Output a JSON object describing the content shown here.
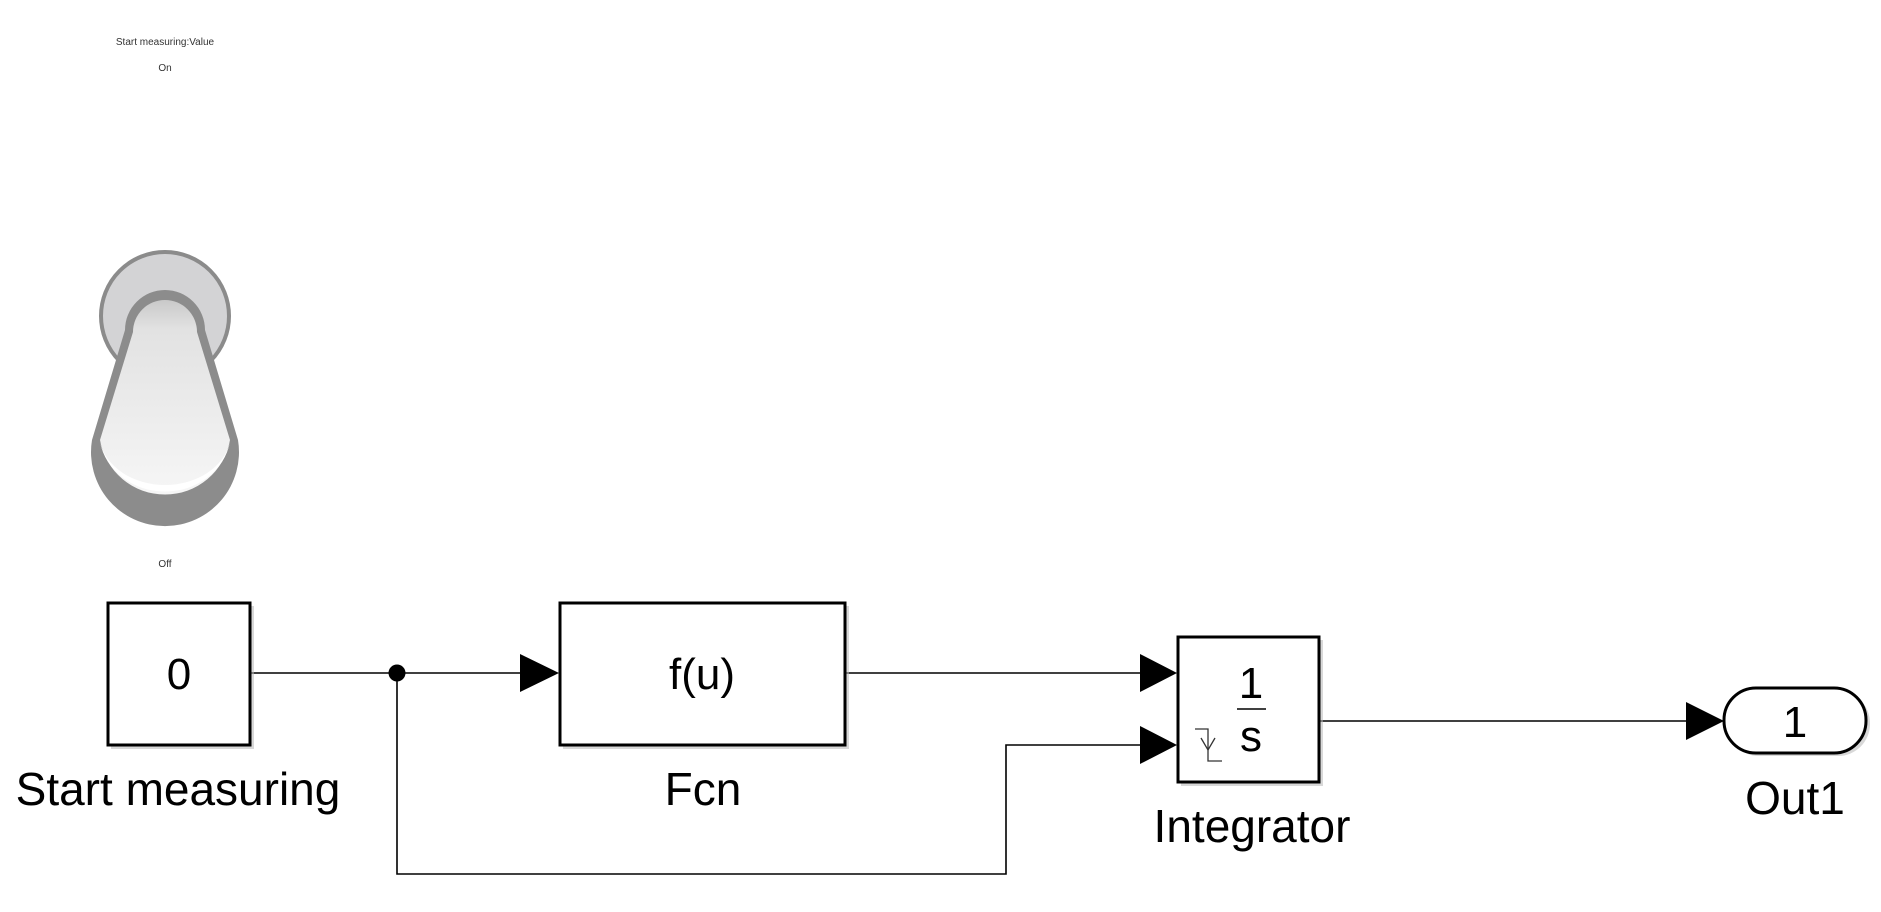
{
  "diagram": {
    "type": "simulink-model",
    "toggle_switch": {
      "binding_label": "Start measuring:Value",
      "on_label": "On",
      "off_label": "Off",
      "state": "Off"
    },
    "blocks": {
      "constant": {
        "value": "0",
        "label": "Start measuring"
      },
      "fcn": {
        "expression": "f(u)",
        "label": "Fcn"
      },
      "integrator": {
        "numerator": "1",
        "denominator": "s",
        "label": "Integrator",
        "reset_icon": "falling-edge-reset-icon"
      },
      "outport": {
        "port_number": "1",
        "label": "Out1"
      }
    },
    "connections": [
      {
        "from": "Start measuring",
        "to": "Fcn"
      },
      {
        "from": "Start measuring",
        "to": "Integrator reset"
      },
      {
        "from": "Fcn",
        "to": "Integrator"
      },
      {
        "from": "Integrator",
        "to": "Out1"
      }
    ]
  }
}
